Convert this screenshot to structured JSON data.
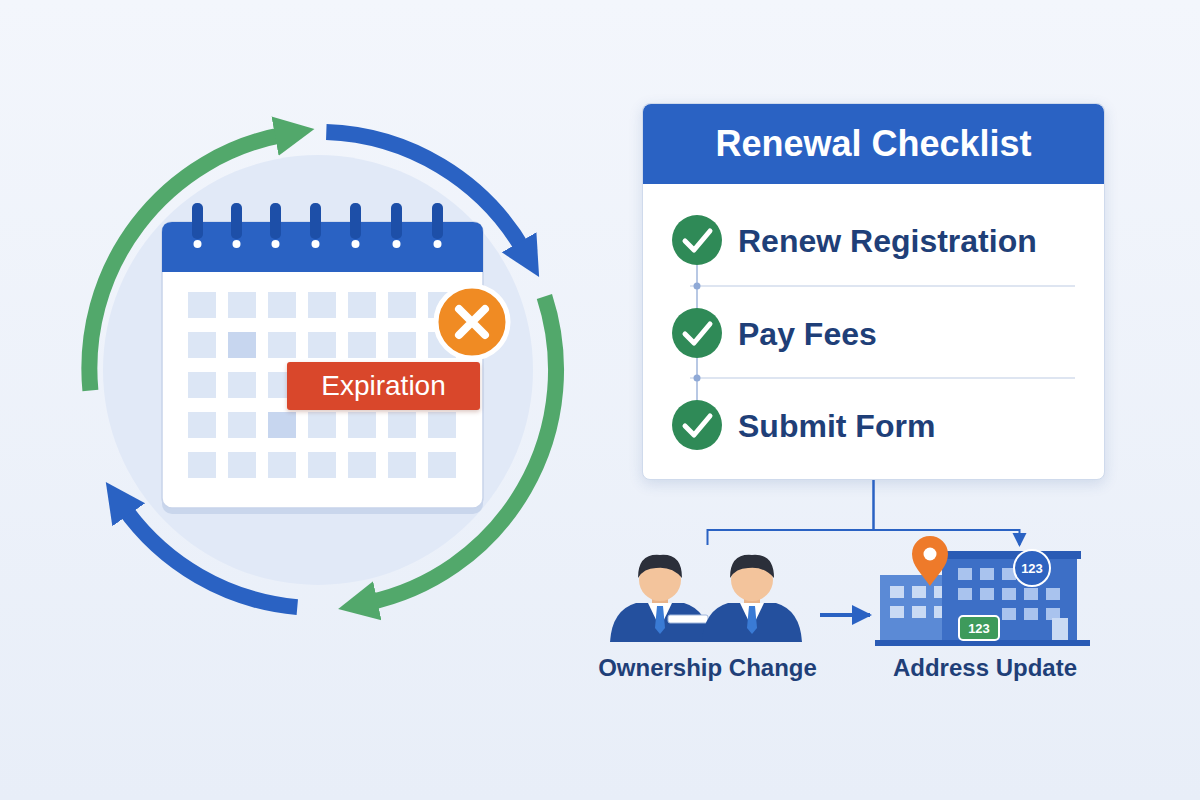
{
  "diagram": {
    "nodes": [
      {
        "text": [
          "Expiration"
        ]
      },
      {
        "text": [
          "Renewal Checklist"
        ]
      },
      {
        "text": [
          "Renew Registration"
        ],
        "in": 1
      },
      {
        "text": [
          "Pay Fees"
        ],
        "in": 1
      },
      {
        "text": [
          "Submit Form"
        ],
        "in": 1
      },
      {
        "text": [
          "Ownership Change"
        ]
      },
      {
        "text": [
          "Address Update"
        ]
      },
      {
        "text": [
          "123"
        ],
        "in": 6
      },
      {
        "text": [
          "123"
        ],
        "in": 6
      }
    ],
    "edges": [
      {
        "from": 1,
        "to": 5,
        "arrow": "none"
      },
      {
        "from": 1,
        "to": 6,
        "arrow": "to"
      },
      {
        "from": 5,
        "to": 6,
        "arrow": "to"
      }
    ]
  }
}
